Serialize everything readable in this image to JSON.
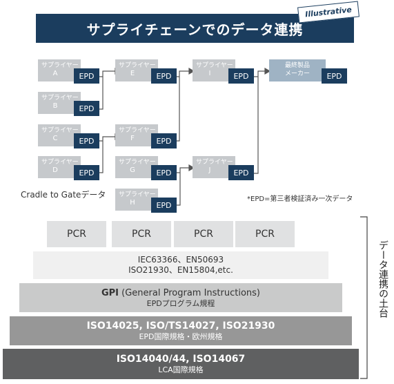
{
  "title": "サプライチェーンでのデータ連携",
  "badge": "Illustrative",
  "supplier_label": "サプライヤー",
  "epd_label": "EPD",
  "suppliers": {
    "A": "A",
    "B": "B",
    "C": "C",
    "D": "D",
    "E": "E",
    "F": "F",
    "G": "G",
    "H": "H",
    "I": "I",
    "J": "J"
  },
  "final_maker": {
    "line1": "最終製品",
    "line2": "メーカー"
  },
  "cradle_label": "Cradle to Gateデータ",
  "epd_note": "*EPD=第三者検証済み一次データ",
  "pcr": [
    "PCR",
    "PCR",
    "PCR",
    "PCR"
  ],
  "layers": {
    "l1": {
      "line1": "IEC63366、EN50693",
      "line2": "ISO21930、EN15804,etc."
    },
    "l2": {
      "bold": "GPI",
      "rest": " (General Program Instructions)",
      "sub": "EPDプログラム規程"
    },
    "l3": {
      "main": "ISO14025, ISO/TS14027, ISO21930",
      "sub": "EPD国際規格・欧州規格"
    },
    "l4": {
      "main": "ISO14040/44, ISO14067",
      "sub": "LCA国際規格"
    }
  },
  "vertical_label": "データ連携の土台"
}
